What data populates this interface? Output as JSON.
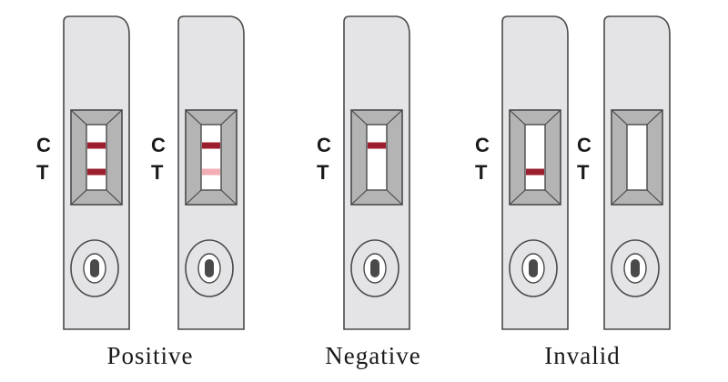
{
  "colors": {
    "strip_fill": "#e4e4e6",
    "strip_stroke": "#4a4a4a",
    "window_bevel": "#b4b4b4",
    "line_strong": "#9b1f2e",
    "line_faint": "#f2aeb4",
    "well_fill": "#4a4a4a"
  },
  "icons": [
    "test-strip-icon",
    "sample-well-icon"
  ],
  "letters": {
    "control": "C",
    "test": "T"
  },
  "groups": [
    {
      "label": "Positive"
    },
    {
      "label": "Negative"
    },
    {
      "label": "Invalid"
    }
  ],
  "strips": [
    {
      "group": 0,
      "control_line": "strong",
      "test_line": "strong"
    },
    {
      "group": 0,
      "control_line": "strong",
      "test_line": "faint"
    },
    {
      "group": 1,
      "control_line": "strong",
      "test_line": "none"
    },
    {
      "group": 2,
      "control_line": "none",
      "test_line": "strong"
    },
    {
      "group": 2,
      "control_line": "none",
      "test_line": "none"
    }
  ]
}
